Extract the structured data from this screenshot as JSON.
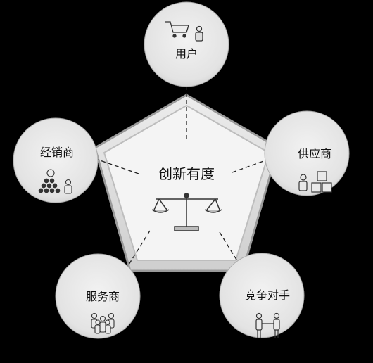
{
  "center": {
    "label": "创新有度",
    "icon": "balance-scale-icon"
  },
  "nodes": {
    "user": {
      "label": "用户",
      "icon": "shopping-cart-person-icon"
    },
    "supplier": {
      "label": "供应商",
      "icon": "person-with-boxes-icon"
    },
    "competitor": {
      "label": "竞争对手",
      "icon": "handshake-icon"
    },
    "service": {
      "label": "服务商",
      "icon": "people-group-icon"
    },
    "dealer": {
      "label": "经销商",
      "icon": "presenter-audience-icon"
    }
  },
  "colors": {
    "background": "#000000",
    "circle": "#e6e6e6",
    "pentagon": "#dcdcdc",
    "line": "#222222"
  }
}
